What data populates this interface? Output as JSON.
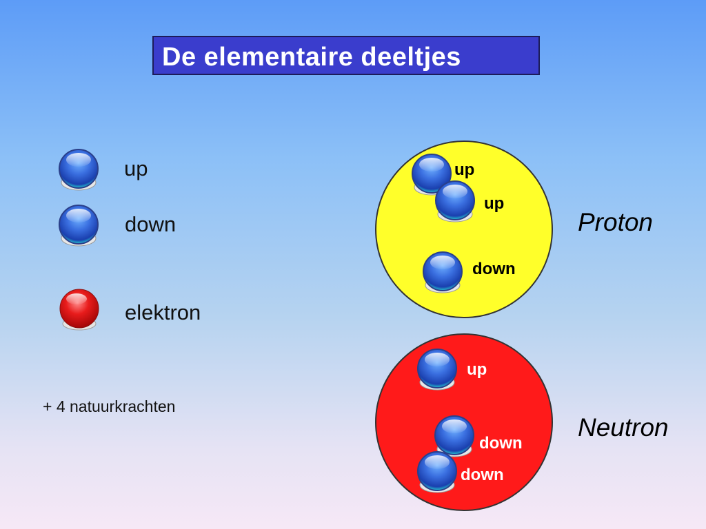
{
  "title": "De elementaire deeltjes",
  "legend": {
    "up": "up",
    "down": "down",
    "electron": "elektron"
  },
  "note": "+ 4 natuurkrachten",
  "proton": {
    "name": "Proton",
    "quarks": [
      "up",
      "up",
      "down"
    ],
    "color": "#ffff2a"
  },
  "neutron": {
    "name": "Neutron",
    "quarks": [
      "up",
      "down",
      "down"
    ],
    "color": "#ff1a1a"
  },
  "colors": {
    "quark": "#2f6fe0",
    "electron": "#e01a1a",
    "title_bg": "#3a3dcd"
  }
}
